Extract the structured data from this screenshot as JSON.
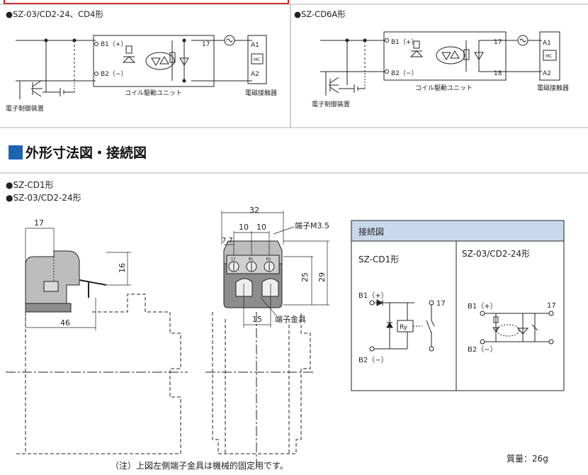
{
  "top": {
    "left_title": "●SZ-03/CD2-24、CD4形",
    "right_title": "●SZ-CD6A形",
    "left": {
      "b1": "B1（+）",
      "b2": "B2（−）",
      "t17": "17",
      "a1": "A1",
      "a2": "A2",
      "mc": "MC",
      "coil_unit": "コイル駆動ユニット",
      "contactor": "電磁接触器",
      "controller": "電子制御装置"
    },
    "right": {
      "b1": "B1（+）",
      "b2": "B2（−）",
      "t17": "17",
      "t18": "18",
      "a1": "A1",
      "a2": "A2",
      "mc": "MC",
      "coil_unit": "コイル駆動ユニット",
      "contactor": "電磁接触器",
      "controller": "電子制御装置"
    }
  },
  "section_title": "外形寸法図・接続図",
  "models": [
    "●SZ-CD1形",
    "●SZ-03/CD2-24形"
  ],
  "side_view": {
    "dim_17": "17",
    "dim_16": "16",
    "dim_46": "46"
  },
  "front_view": {
    "dim_32": "32",
    "dim_10a": "10",
    "dim_10b": "10",
    "dim_7_7": "7.7",
    "dim_25": "25",
    "dim_29": "29",
    "dim_15": "15",
    "terminal_screw": "端子M3.5",
    "terminal_fitting": "端子金具",
    "term_labels": [
      "17",
      "B1",
      "B2"
    ]
  },
  "connection_box": {
    "header": "接続図",
    "left_title": "SZ-CD1形",
    "right_title": "SZ-03/CD2-24形",
    "left": {
      "b1": "B1（+）",
      "b2": "B2（−）",
      "t17": "17",
      "ry": "Ry"
    },
    "right": {
      "b1": "B1（+）",
      "b2": "B2（−）",
      "t17": "17"
    }
  },
  "note": "（注）上図左側端子金具は機械的固定用です。",
  "weight": "質量：26g",
  "colors": {
    "accent": "#1e64b4",
    "header_bg": "#c9d9ec",
    "frame_red": "#d42020"
  }
}
